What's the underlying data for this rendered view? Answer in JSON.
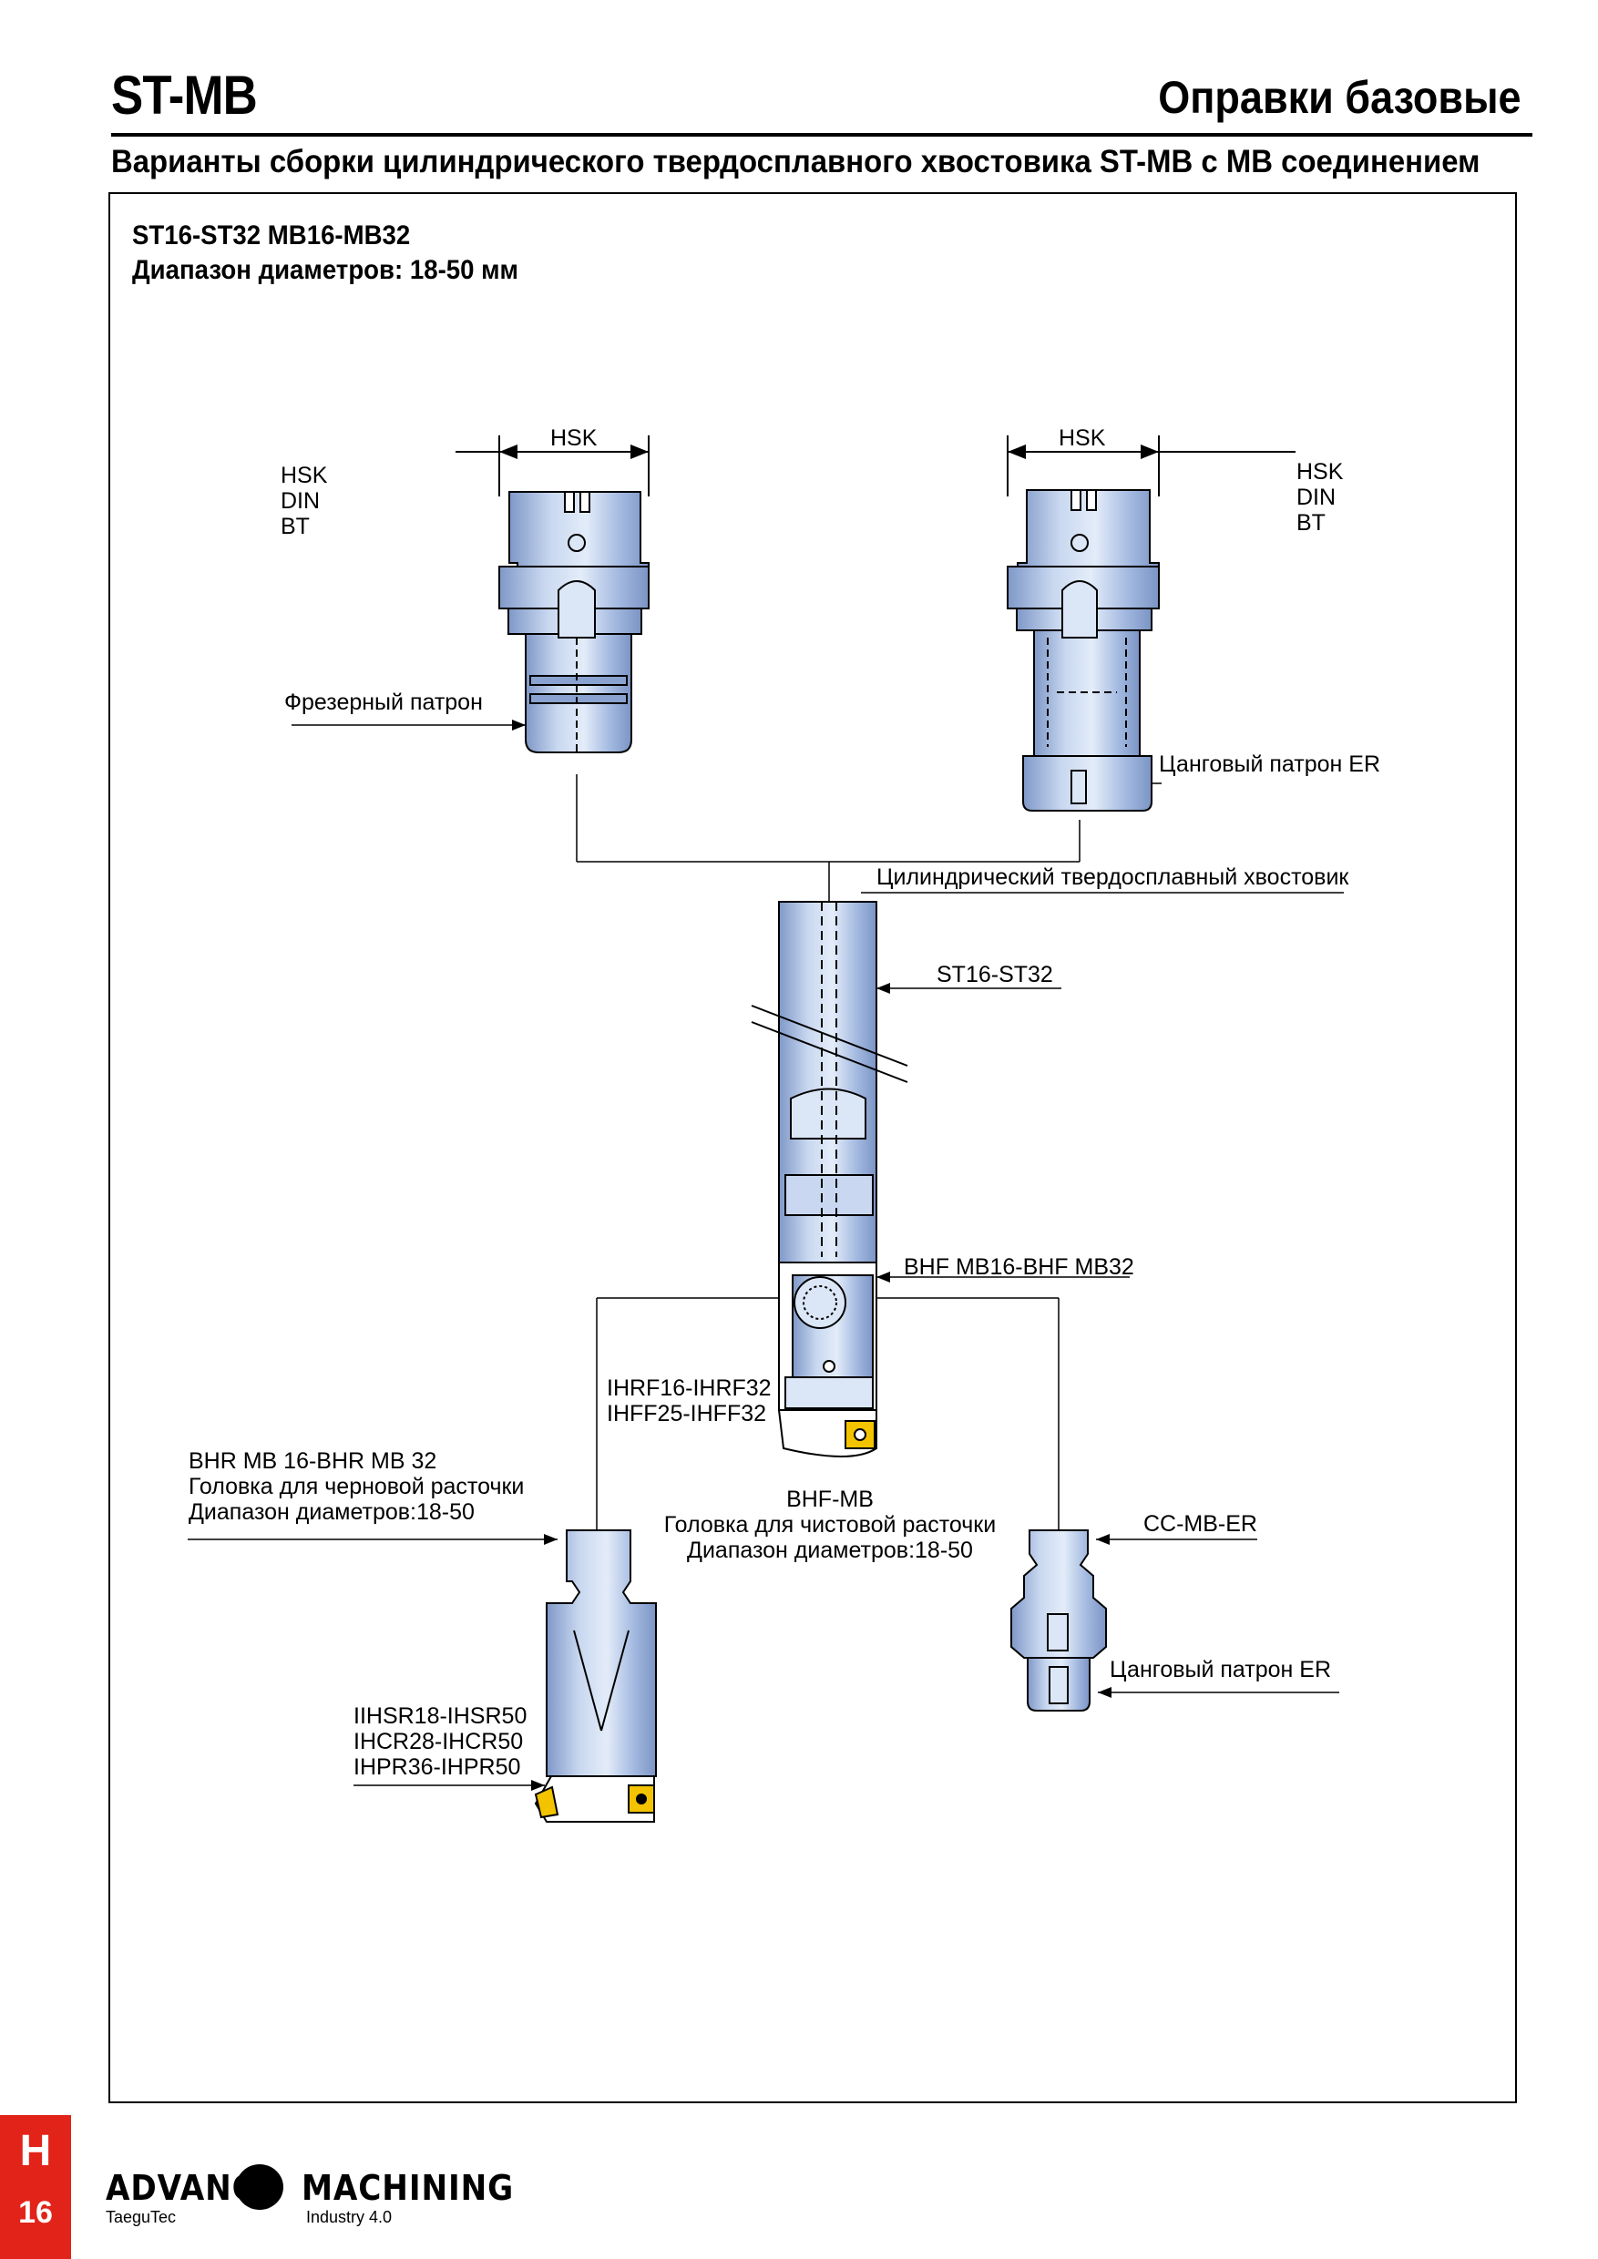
{
  "header": {
    "code": "ST-MB",
    "title": "Оправки базовые",
    "subtitle": "Варианты сборки цилиндрического твердосплавного хвостовика ST-MB с MB соединением"
  },
  "panel": {
    "series": "ST16-ST32 MB16-MB32",
    "range": "Диапазон диаметров: 18-50 мм"
  },
  "labels": {
    "hsk_dim_left": "HSK",
    "hsk_dim_right": "HSK",
    "interface_left": [
      "HSK",
      "DIN",
      "BT"
    ],
    "interface_right": [
      "HSK",
      "DIN",
      "BT"
    ],
    "milling_chuck": "Фрезерный патрон",
    "collet_chuck_top": "Цанговый патрон ER",
    "carbide_shank": "Цилиндрический твердосплавный хвостовик",
    "st_range": "ST16-ST32",
    "bhf_head": "BHF MB16-BHF MB32",
    "finish_inserts": [
      "IHRF16-IHRF32",
      "IHFF25-IHFF32"
    ],
    "bhr_head": [
      "BHR MB 16-BHR MB 32",
      "Головка для черновой расточки",
      "Диапазон диаметров:18-50"
    ],
    "bhf_mb": [
      "BHF-MB",
      "Головка для чистовой расточки",
      "Диапазон диаметров:18-50"
    ],
    "cc_mb_er": "CC-MB-ER",
    "collet_chuck_bottom": "Цанговый патрон ER",
    "rough_inserts": [
      "IIHSR18-IHSR50",
      "IHCR28-IHCR50",
      "IHPR36-IHPR50"
    ]
  },
  "footer": {
    "tab_letter": "H",
    "page_number": "16",
    "logo_left": "ADVANC",
    "logo_right": "MACHINING",
    "logo_sub_left": "TaeguTec",
    "logo_sub_right": "Industry 4.0"
  },
  "colors": {
    "tool_fill": "#a9bfe3",
    "tool_highlight": "#dbe6f6",
    "tab_red": "#e2231a",
    "insert_yellow": "#f3c300"
  }
}
